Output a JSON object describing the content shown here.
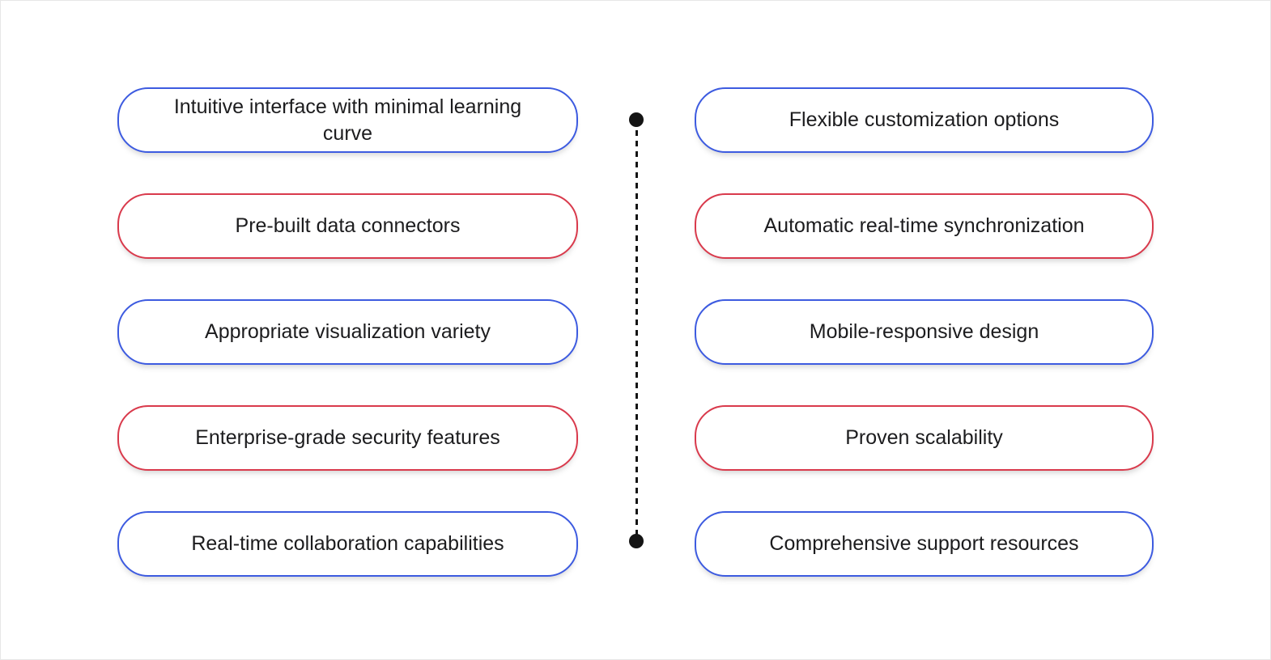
{
  "diagram": {
    "left_column": {
      "items": [
        {
          "label": "Intuitive interface with minimal learning curve",
          "variant": "blue"
        },
        {
          "label": "Pre-built data connectors",
          "variant": "red"
        },
        {
          "label": "Appropriate visualization variety",
          "variant": "blue"
        },
        {
          "label": "Enterprise-grade security features",
          "variant": "red"
        },
        {
          "label": "Real-time collaboration capabilities",
          "variant": "blue"
        }
      ]
    },
    "right_column": {
      "items": [
        {
          "label": "Flexible customization options",
          "variant": "blue"
        },
        {
          "label": "Automatic real-time synchronization",
          "variant": "red"
        },
        {
          "label": "Mobile-responsive design",
          "variant": "blue"
        },
        {
          "label": "Proven scalability",
          "variant": "red"
        },
        {
          "label": "Comprehensive support resources",
          "variant": "blue"
        }
      ]
    },
    "connector": {
      "style": "dashed-vertical-line",
      "endpoints": "filled-dots"
    },
    "colors": {
      "blue": "#3D5BE0",
      "red": "#D93A4C",
      "text": "#1C1C1E",
      "background": "#ffffff",
      "connector": "#141414"
    }
  }
}
